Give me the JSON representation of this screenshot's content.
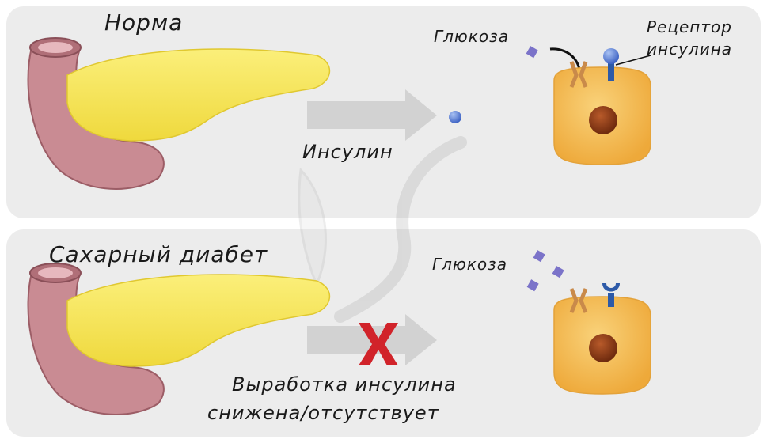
{
  "normal": {
    "title": "Норма",
    "glucose_label": "Глюкоза",
    "receptor_label_line1": "Рецептор",
    "receptor_label_line2": "инсулина",
    "insulin_label": "Инсулин"
  },
  "diabetes": {
    "title": "Сахарный диабет",
    "glucose_label": "Глюкоза",
    "insulin_label_line1": "Выработка инсулина",
    "insulin_label_line2": "снижена/отсутствует"
  },
  "colors": {
    "pancreas": "#f7e65a",
    "duodenum": "#c98b93",
    "cell": "#f2b54a",
    "nucleus": "#8a3a16",
    "insulin": "#5b7fd6",
    "receptor": "#2d5aa8",
    "glucose": "#7b73c9",
    "arrow": "#d0d0d0",
    "cross": "#d1232a"
  }
}
